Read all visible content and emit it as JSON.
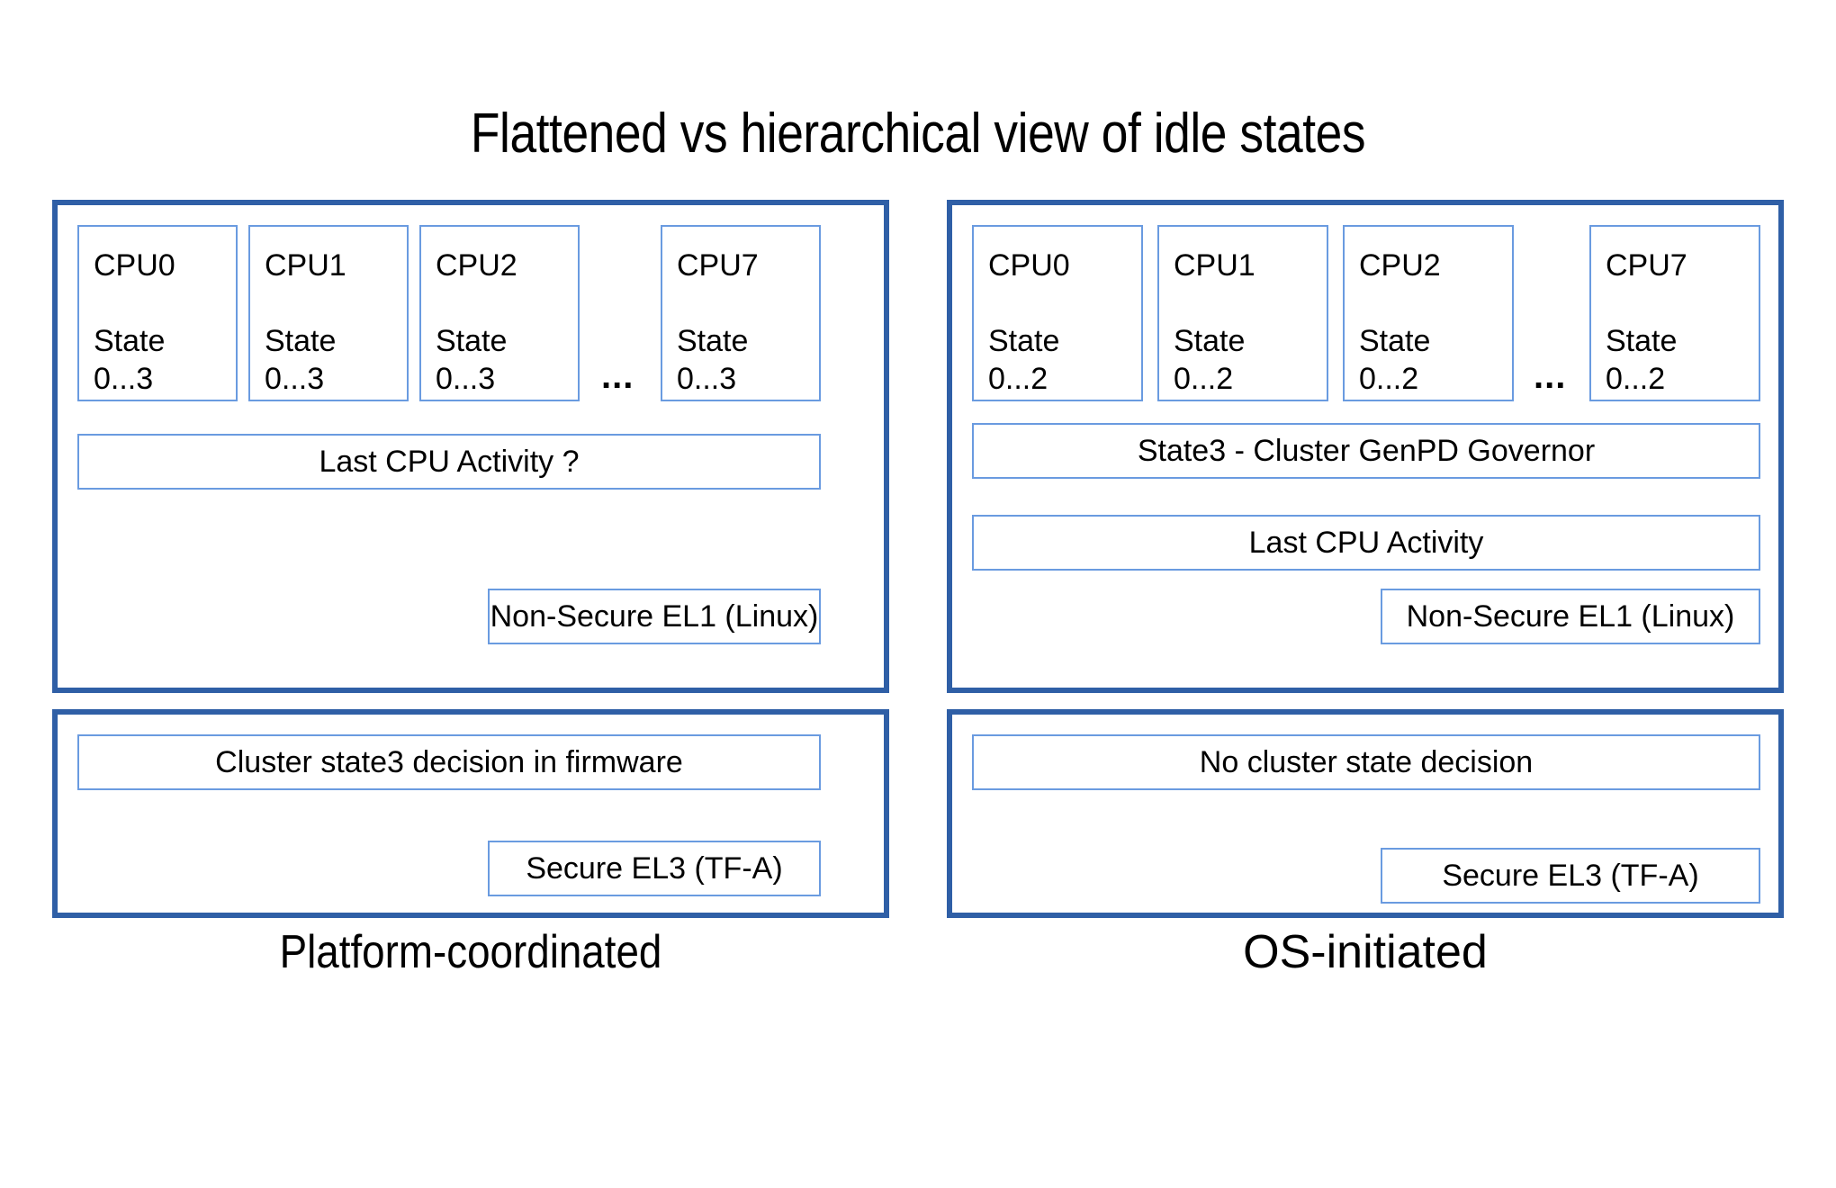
{
  "title": "Flattened vs hierarchical view of idle states",
  "columns": [
    {
      "key": "platform_coordinated",
      "caption": "Platform-coordinated",
      "os_panel": {
        "cpus": [
          {
            "name": "CPU0",
            "state_label": "State",
            "state_range": "0...3"
          },
          {
            "name": "CPU1",
            "state_label": "State",
            "state_range": "0...3"
          },
          {
            "name": "CPU2",
            "state_label": "State",
            "state_range": "0...3"
          },
          {
            "name": "CPU7",
            "state_label": "State",
            "state_range": "0...3"
          }
        ],
        "ellipsis": "...",
        "bars": [
          "Last CPU Activity ?"
        ],
        "exception_level": "Non-Secure EL1 (Linux)"
      },
      "fw_panel": {
        "bar": "Cluster state3 decision in firmware",
        "exception_level": "Secure EL3 (TF-A)"
      }
    },
    {
      "key": "os_initiated",
      "caption": "OS-initiated",
      "os_panel": {
        "cpus": [
          {
            "name": "CPU0",
            "state_label": "State",
            "state_range": "0...2"
          },
          {
            "name": "CPU1",
            "state_label": "State",
            "state_range": "0...2"
          },
          {
            "name": "CPU2",
            "state_label": "State",
            "state_range": "0...2"
          },
          {
            "name": "CPU7",
            "state_label": "State",
            "state_range": "0...2"
          }
        ],
        "ellipsis": "...",
        "bars": [
          "State3 - Cluster GenPD Governor",
          "Last CPU Activity"
        ],
        "exception_level": "Non-Secure EL1 (Linux)"
      },
      "fw_panel": {
        "bar": "No cluster state decision",
        "exception_level": "Secure EL3 (TF-A)"
      }
    }
  ],
  "colors": {
    "panel_border": "#2F5FA6",
    "box_border": "#6A9BE0",
    "background": "#ffffff",
    "text": "#000000"
  }
}
